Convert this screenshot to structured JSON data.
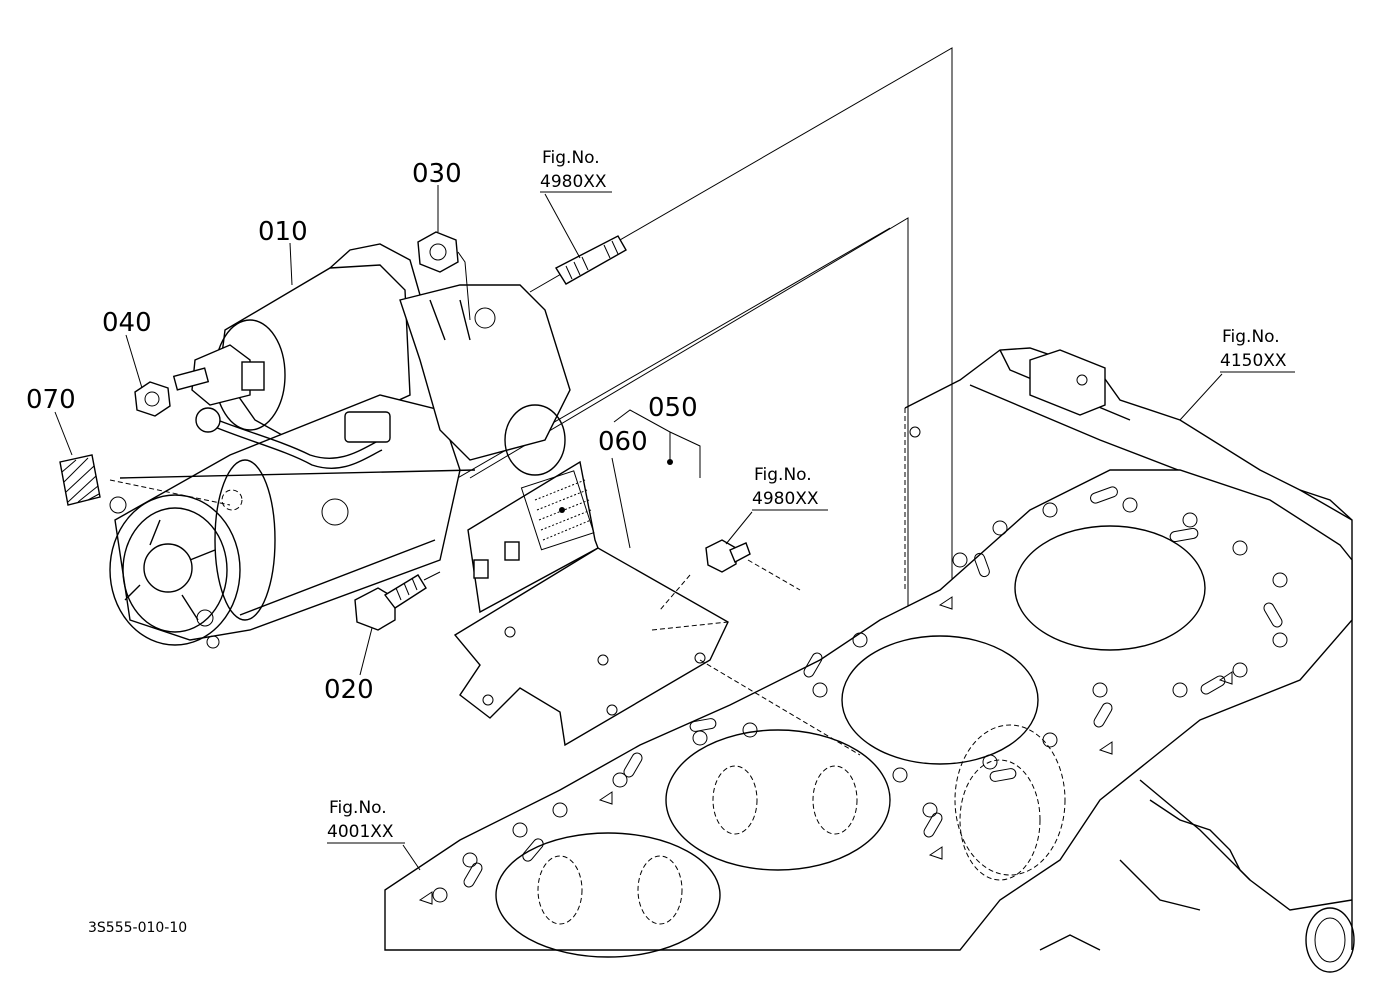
{
  "diagram": {
    "drawing_code": "3S555-010-10",
    "parts": [
      {
        "id": "010"
      },
      {
        "id": "020"
      },
      {
        "id": "030"
      },
      {
        "id": "040"
      },
      {
        "id": "050"
      },
      {
        "id": "060"
      },
      {
        "id": "070"
      }
    ],
    "fig_refs": [
      {
        "label": "Fig.No.",
        "number": "4980XX"
      },
      {
        "label": "Fig.No.",
        "number": "4980XX"
      },
      {
        "label": "Fig.No.",
        "number": "4150XX"
      },
      {
        "label": "Fig.No.",
        "number": "4001XX"
      }
    ]
  }
}
